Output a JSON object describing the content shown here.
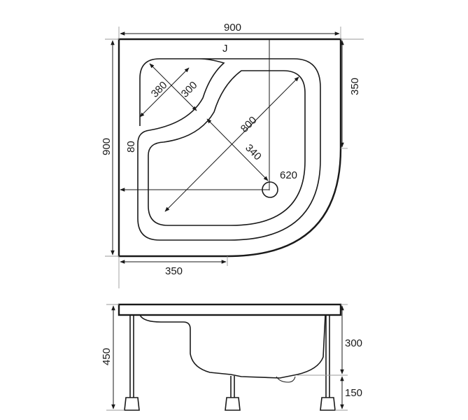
{
  "plan_view": {
    "width_label": "900",
    "height_label": "900",
    "right_leg_label": "350",
    "bottom_leg_label": "350",
    "seat_outer_label": "380",
    "seat_inner_label": "300",
    "rim_label": "80",
    "diagonal_label": "800",
    "inner_diagonal_label": "340",
    "drain_label": "620",
    "corner_mark": "J"
  },
  "side_view": {
    "total_height_label": "450",
    "tray_depth_label": "300",
    "leg_height_label": "150"
  }
}
